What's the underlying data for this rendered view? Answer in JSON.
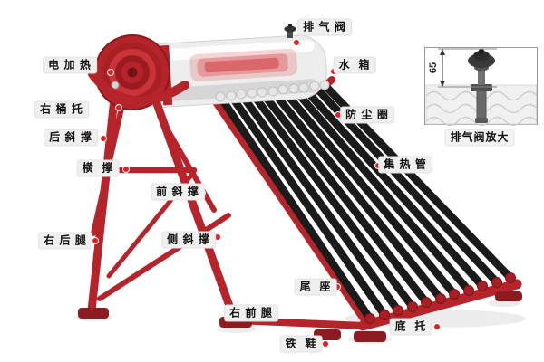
{
  "diagram_title": "solar-water-heater-parts-diagram",
  "colors": {
    "frame_red": "#b5242a",
    "frame_red_dark": "#8e1b20",
    "tube_dark": "#1b1b1b",
    "marker_red": "#e02020",
    "label_bg": "#efefef"
  },
  "labels": {
    "exhaust_valve": "排 气 阀",
    "electric_heater": "电 加 热",
    "water_tank": "水  箱",
    "right_barrel_support": "右 桶 托",
    "dust_ring": "防 尘 圈",
    "rear_brace": "后 斜 撑",
    "horizontal_brace": "横  撑",
    "collector_tube": "集 热 管",
    "front_brace": "前 斜 撑",
    "right_rear_leg": "右 后 腿",
    "side_brace": "侧 斜 撑",
    "tail_seat": "尾  座",
    "right_front_leg": "右 前 腿",
    "bottom_support": "底  托",
    "iron_shoe": "铁  鞋"
  },
  "inset": {
    "caption": "排气阀放大",
    "dimension": "65"
  }
}
